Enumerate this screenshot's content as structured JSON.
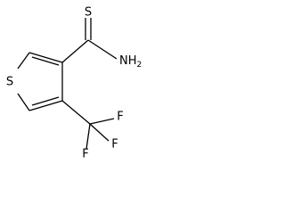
{
  "molecule": {
    "atoms": {
      "thioamide_sulfur": "S",
      "ring_sulfur": "S",
      "amine": "NH",
      "amine_subscript": "2",
      "fluorine_1": "F",
      "fluorine_2": "F",
      "fluorine_3": "F"
    },
    "colors": {
      "bond": "#000000",
      "label": "#000000",
      "background": "#ffffff"
    }
  }
}
